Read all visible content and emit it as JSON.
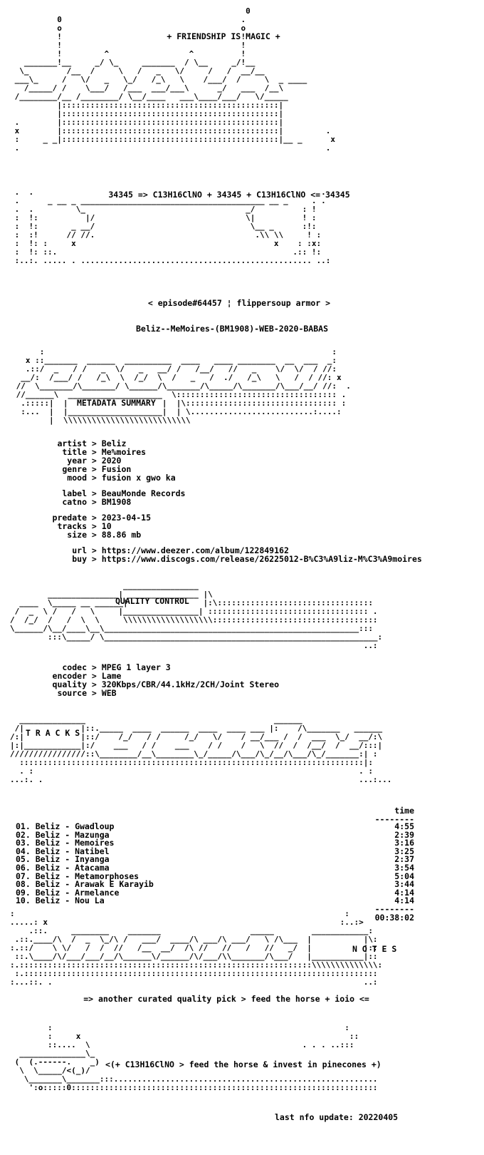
{
  "header": {
    "slogan": "+ FRIENDSHIP IS MAGIC +",
    "formula": "34345 => C13H16ClNO + 34345 + C13H16ClNO <= 34345",
    "episode": "< episode#64457 ¦ flippersoup armor >",
    "release": "Beliz--MeMoires-(BM1908)-WEB-2020-BABAS"
  },
  "metadata": {
    "section_title": "METADATA SUMMARY",
    "artist_label": "artist",
    "artist": "Beliz",
    "title_label": "title",
    "title": "Me%moires",
    "year_label": "year",
    "year": "2020",
    "genre_label": "genre",
    "genre": "Fusion",
    "mood_label": "mood",
    "mood": "fusion x gwo ka",
    "label_label": "label",
    "label": "BeauMonde Records",
    "catno_label": "catno",
    "catno": "BM1908",
    "predate_label": "predate",
    "predate": "2023-04-15",
    "tracks_label": "tracks",
    "tracks": "10",
    "size_label": "size",
    "size": "88.86 mb",
    "url_label": "url",
    "url": "https://www.deezer.com/album/122849162",
    "buy_label": "buy",
    "buy": "https://www.discogs.com/release/26225012-B%C3%A9liz-M%C3%A9moires"
  },
  "quality": {
    "section_title": "QUALITY CONTROL",
    "codec_label": "codec",
    "codec": "MPEG 1 layer 3",
    "encoder_label": "encoder",
    "encoder": "Lame",
    "quality_label": "quality",
    "quality": "320Kbps/CBR/44.1kHz/2CH/Joint Stereo",
    "source_label": "source",
    "source": "WEB"
  },
  "tracks_section": {
    "section_title": "T R A C K S",
    "time_header": "time",
    "rule": "--------",
    "total": "00:38:02",
    "items": [
      {
        "name": "01. Beliz - Gwadloup",
        "time": "4:55"
      },
      {
        "name": "02. Beliz - Mazunga",
        "time": "2:39"
      },
      {
        "name": "03. Beliz - Memoires",
        "time": "3:16"
      },
      {
        "name": "04. Beliz - Natibel",
        "time": "3:25"
      },
      {
        "name": "05. Beliz - Inyanga",
        "time": "2:37"
      },
      {
        "name": "06. Beliz - Atacama",
        "time": "3:54"
      },
      {
        "name": "07. Beliz - Metamorphoses",
        "time": "5:04"
      },
      {
        "name": "08. Beliz - Arawak E Karayib",
        "time": "3:44"
      },
      {
        "name": "09. Beliz - Armelance",
        "time": "4:14"
      },
      {
        "name": "10. Beliz - Nou La",
        "time": "4:14"
      }
    ]
  },
  "notes": {
    "section_title": "N O T E S",
    "line": "=> another curated quality pick > feed the horse + ioio <="
  },
  "footer": {
    "tagline": "<(+ C13H16ClNO > feed the horse & invest in pinecones +)",
    "last_update": "last nfo update: 20220405"
  }
}
